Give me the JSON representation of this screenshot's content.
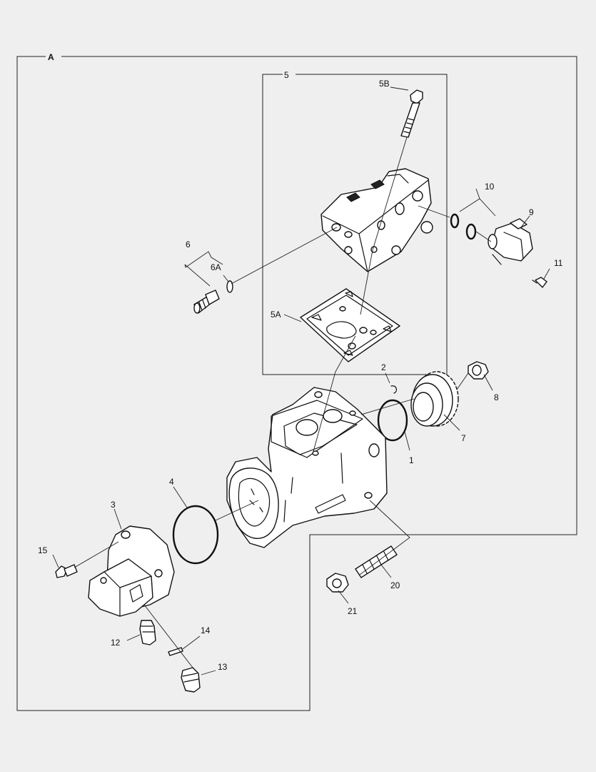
{
  "view_label": "A",
  "callouts": {
    "c1": "1",
    "c2": "2",
    "c3": "3",
    "c4": "4",
    "c5": "5",
    "c5a": "5A",
    "c5b": "5B",
    "c6": "6",
    "c6a": "6A",
    "c7": "7",
    "c8": "8",
    "c9": "9",
    "c10": "10",
    "c11": "11",
    "c12": "12",
    "c13": "13",
    "c14": "14",
    "c15": "15",
    "c20": "20",
    "c21": "21"
  }
}
